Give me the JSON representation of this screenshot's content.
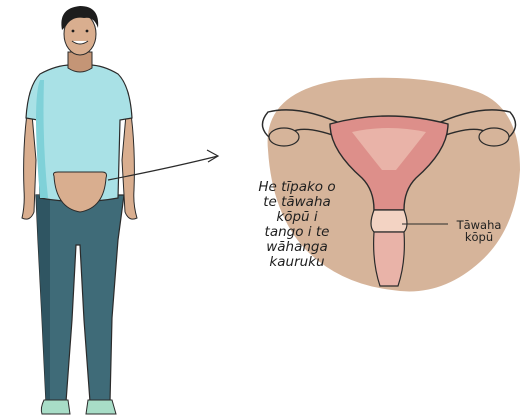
{
  "diagram": {
    "caption_lines": [
      "He tīpako o",
      "te tāwaha",
      "kōpū i",
      "tango i te",
      "wāhanga",
      "kauruku"
    ],
    "label_lines": [
      "Tāwaha",
      "kōpū"
    ]
  },
  "colors": {
    "skin": "#d9ae8f",
    "skin_shadow": "#c49576",
    "shirt": "#a9e1e6",
    "shirt_shadow": "#7fd1d8",
    "trousers": "#3f6b78",
    "trousers_shadow": "#2f5562",
    "shoes": "#a8ddc7",
    "hair": "#1d1d1d",
    "background_blob": "#d6b49a",
    "uterus": "#dd8f8a",
    "cervix": "#f3d3c3",
    "outline": "#2b2b2b"
  },
  "icons": {
    "person": "person-illustration",
    "pointer": "arrow-icon"
  }
}
